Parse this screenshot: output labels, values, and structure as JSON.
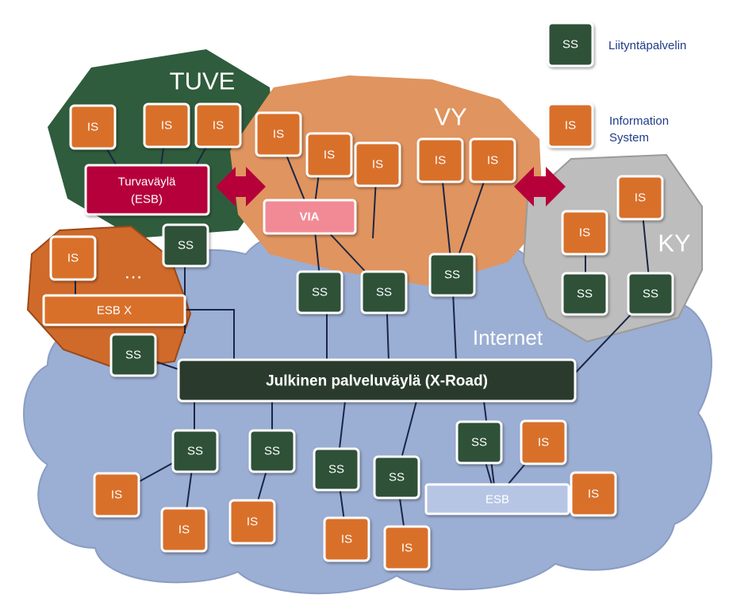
{
  "regions": {
    "tuve": "TUVE",
    "vy": "VY",
    "ky": "KY",
    "internet": "Internet",
    "ellipsis": "…"
  },
  "nodes": {
    "ss": "SS",
    "is": "IS"
  },
  "buses": {
    "turvavayla_line1": "Turvaväylä",
    "turvavayla_line2": "(ESB)",
    "via": "VIA",
    "esb_x": "ESB X",
    "esb": "ESB",
    "xroad": "Julkinen palveluväylä (X-Road)"
  },
  "legend": {
    "ss_label": "Liityntäpalvelin",
    "is_label_line1": "Information",
    "is_label_line2": "System"
  },
  "colors": {
    "ss_fill": "#2f5138",
    "is_fill": "#d9702c",
    "tuve_green": "#2f5c3c",
    "vy_orange": "#e0945f",
    "ky_gray": "#bdbdbd",
    "esbx_region": "#d06a2a",
    "internet_blue": "#9baed3",
    "turvavayla": "#b5003a",
    "via": "#f28a96",
    "arrow": "#b5003a",
    "xroad": "#2b3b2f",
    "esb_pale": "#b7c5e4",
    "lines": "#1a2645",
    "legend_text": "#1f3c88"
  }
}
